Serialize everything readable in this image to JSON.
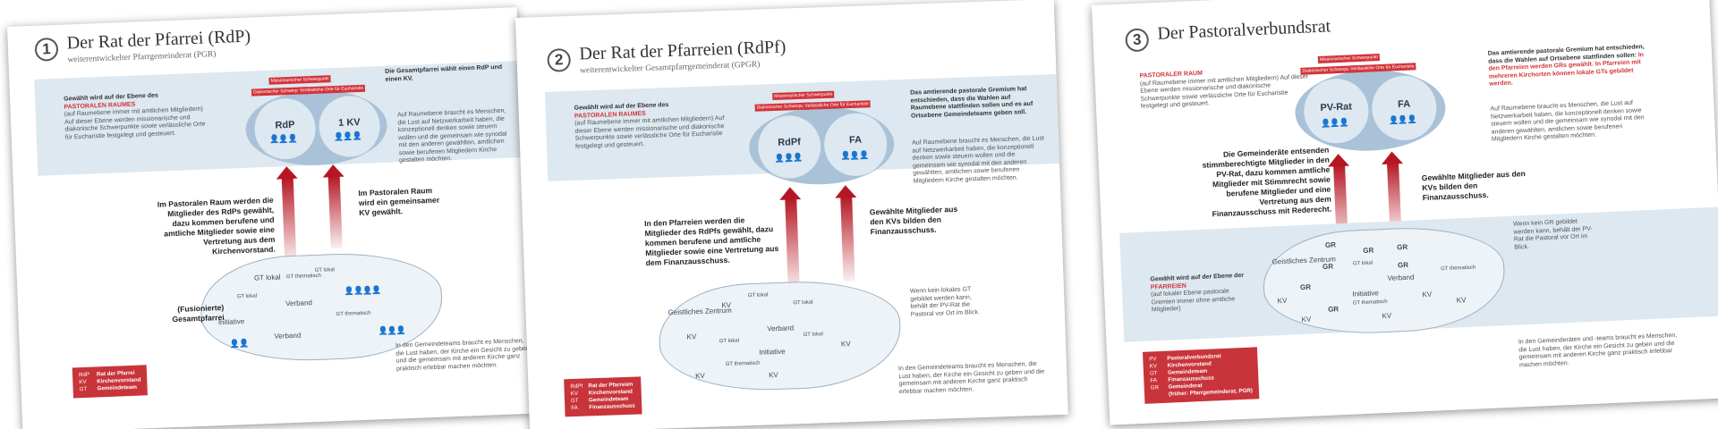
{
  "sheets": [
    {
      "number": "1",
      "title": "Der Rat der Pfarrei (RdP)",
      "subtitle": "weiterentwickelter Pfarrgemeinderat (PGR)",
      "top_right_text": "Die Gesamtpfarrei wählt einen RdP und einen KV.",
      "left_level_text": "Gewählt wird auf der Ebene des",
      "left_level_red": "PASTORALEN RAUMES",
      "left_level_desc": "(auf Raumebene immer mit amtlichen Mitgliedern) Auf dieser Ebene werden missionarische und diakonische Schwerpunkte sowie verlässliche Orte für Eucharistie festgelegt und gesteuert.",
      "tags": [
        "Missionarischer Schwerpunkt",
        "Diakonischer Schwerpunkt",
        "Verlässliche Orte für Eucharistie"
      ],
      "circle_left": "RdP",
      "circle_right": "1 KV",
      "right_desc": "Auf Raumebene braucht es Menschen, die Lust auf Netzwerkarbeit haben, die konzeptionell denken sowie steuern wollen und die gemeinsam wie synodal mit den anderen gewählten, amtlichen sowie berufenen Mitgliedern Kirche gestalten möchten.",
      "arrow_left_text": "Im Pastoralen Raum werden die Mitglieder des RdPs gewählt, dazu kommen berufene und amtliche Mitglieder sowie eine Vertretung aus dem Kirchenvorstand.",
      "arrow_right_text": "Im Pastoralen Raum wird ein gemeinsamer KV gewählt.",
      "map_labels": [
        "GT lokal",
        "GT thematisch",
        "Verband",
        "Initiative",
        "Verband",
        "GT thematisch",
        "GT lokal",
        "GT lokal"
      ],
      "map_caption": "(Fusionierte) Gesamtpfarrei",
      "footer_text": "In den Gemeindeteams braucht es Menschen, die Lust haben, der Kirche ein Gesicht zu geben und die gemeinsam mit anderen Kirche ganz praktisch erlebbar machen möchten.",
      "legend": [
        {
          "k": "RdP",
          "v": "Rat der Pfarrei"
        },
        {
          "k": "KV",
          "v": "Kirchenvorstand"
        },
        {
          "k": "GT",
          "v": "Gemeindeteam"
        }
      ]
    },
    {
      "number": "2",
      "title": "Der Rat der Pfarreien (RdPf)",
      "subtitle": "weiterentwickelter Gesamtpfarrgemeinderat (GPGR)",
      "left_level_text": "Gewählt wird auf der Ebene des",
      "left_level_red": "PASTORALEN RAUMES",
      "left_level_desc": "(auf Raumebene immer mit amtlichen Mitgliedern) Auf dieser Ebene werden missionarische und diakonische Schwerpunkte sowie verlässliche Orte für Eucharistie festgelegt und gesteuert.",
      "tags": [
        "Missionarischer Schwerpunkt",
        "Diakonischer Schwerpunkt",
        "Verlässliche Orte für Eucharistie"
      ],
      "circle_left": "RdPf",
      "circle_right": "FA",
      "right_top_text": "Das amtierende pastorale Gremium hat entschieden, dass die Wahlen auf Raumebene stattfinden sollen und es auf Ortsebene Gemeindeteams geben soll.",
      "right_desc": "Auf Raumebene braucht es Menschen, die Lust auf Netzwerkarbeit haben, die konzeptionell denken sowie steuern wollen und die gemeinsam wie synodal mit den anderen gewählten, amtlichen sowie berufenen Mitgliedern Kirche gestalten möchten.",
      "arrow_left_text": "In den Pfarreien werden die Mitglieder des RdPfs gewählt, dazu kommen berufene und amtliche Mitglieder sowie eine Vertretung aus dem Finanzausschuss.",
      "arrow_right_text": "Gewählte Mitglieder aus den KVs bilden den Finanzausschuss.",
      "map_labels": [
        "Geistliches Zentrum",
        "KV",
        "GT lokal",
        "GT lokal",
        "KV",
        "GT lokal",
        "Verband",
        "Initiative",
        "GT thematisch",
        "GT lokal",
        "KV",
        "KV",
        "KV"
      ],
      "map_side_text": "Wenn kein lokales GT gebildet werden kann, behält der PV-Rat die Pastoral vor Ort im Blick.",
      "footer_text": "In den Gemeindeteams braucht es Menschen, die Lust haben, der Kirche ein Gesicht zu geben und die gemeinsam mit anderen Kirche ganz praktisch erlebbar machen möchten.",
      "legend": [
        {
          "k": "RdPf",
          "v": "Rat der Pfarreien"
        },
        {
          "k": "KV",
          "v": "Kirchenvorstand"
        },
        {
          "k": "GT",
          "v": "Gemeindeteam"
        },
        {
          "k": "FA",
          "v": "Finanzausschuss"
        }
      ]
    },
    {
      "number": "3",
      "title": "Der Pastoralverbundsrat",
      "left_level_red": "PASTORALER RAUM",
      "left_level_desc": "(auf Raumebene immer mit amtlichen Mitgliedern) Auf dieser Ebene werden missionarische und diakonische Schwerpunkte sowie verlässliche Orte für Eucharistie festgelegt und gesteuert.",
      "tags": [
        "Missionarischer Schwerpunkt",
        "Diakonischer Schwerpunkt",
        "Verlässliche Orte für Eucharistie"
      ],
      "circle_left": "PV-Rat",
      "circle_right": "FA",
      "right_top_text": "Das amtierende pastorale Gremium hat entschieden, dass die Wahlen auf Ortsebene stattfinden sollen:",
      "right_top_bold": "In den Pfarreien werden GRs gewählt. In Pfarreien mit mehreren Kirchorten können lokale GTs gebildet werden.",
      "right_desc": "Auf Raumebene braucht es Menschen, die Lust auf Netzwerkarbeit haben, die konzeptionell denken sowie steuern wollen und die gemeinsam wie synodal mit den anderen gewählten, amtlichen sowie berufenen Mitgliedern Kirche gestalten möchten.",
      "arrow_left_text": "Die Gemeinderäte entsenden stimmberechtigte Mitglieder in den PV-Rat, dazu kommen amtliche Mitglieder mit Stimmrecht sowie berufene Mitglieder und eine Vertretung aus dem Finanzausschuss mit Rederecht.",
      "arrow_right_text": "Gewählte Mitglieder aus den KVs bilden den Finanzausschuss.",
      "lower_left_text": "Gewählt wird auf der Ebene der",
      "lower_left_red": "PFARREIEN",
      "lower_left_desc": "(auf lokaler Ebene pastorale Gremien immer ohne amtliche Mitglieder)",
      "map_labels": [
        "GR",
        "GR",
        "GR",
        "Geistliches Zentrum",
        "GR",
        "GT lokal",
        "GR",
        "Verband",
        "GT thematisch",
        "GR",
        "KV",
        "Initiative",
        "GT thematisch",
        "GR",
        "KV",
        "KV",
        "KV",
        "KV"
      ],
      "map_side_text": "Wenn kein GR gebildet werden kann, behält der PV-Rat die Pastoral vor Ort im Blick.",
      "footer_text": "In den Gemeinderäten und -teams braucht es Menschen, die Lust haben, der Kirche ein Gesicht zu geben und die gemeinsam mit anderen Kirche ganz praktisch erlebbar machen möchten.",
      "legend": [
        {
          "k": "PV",
          "v": "Pastoralverbundsrat"
        },
        {
          "k": "KV",
          "v": "Kirchenvorstand"
        },
        {
          "k": "GT",
          "v": "Gemeindeteam"
        },
        {
          "k": "FA",
          "v": "Finanzausschuss"
        },
        {
          "k": "GR",
          "v": "Gemeinderat"
        },
        {
          "k": "",
          "v": "(früher: Pfarrgemeinderat, PGR)"
        }
      ]
    }
  ]
}
